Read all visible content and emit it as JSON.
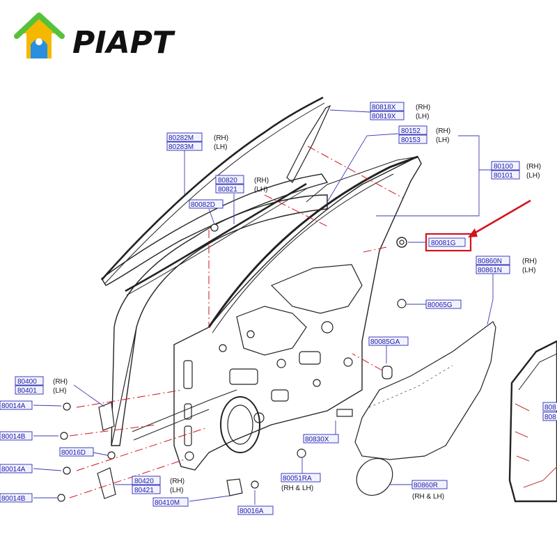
{
  "brand": {
    "name": "PIAPT",
    "logo_icon": "house-logo-icon"
  },
  "colors": {
    "callout_box": "#1a1aa8",
    "highlight": "#d4121c",
    "brand_text": "#111111",
    "logo_yellow": "#f5b800",
    "logo_blue": "#2a8fe0",
    "logo_green": "#55c23a"
  },
  "parts": [
    {
      "id": "p1",
      "codes": [
        "80818X",
        "80819X"
      ],
      "sides": [
        "(RH)",
        "(LH)"
      ]
    },
    {
      "id": "p2",
      "codes": [
        "80152",
        "80153"
      ],
      "sides": [
        "(RH)",
        "(LH)"
      ]
    },
    {
      "id": "p3",
      "codes": [
        "80282M",
        "80283M"
      ],
      "sides": [
        "(RH)",
        "(LH)"
      ]
    },
    {
      "id": "p4",
      "codes": [
        "80820",
        "80821"
      ],
      "sides": [
        "(RH)",
        "(LH)"
      ]
    },
    {
      "id": "p5",
      "codes": [
        "80082D"
      ],
      "sides": []
    },
    {
      "id": "p6",
      "codes": [
        "80100",
        "80101"
      ],
      "sides": [
        "(RH)",
        "(LH)"
      ]
    },
    {
      "id": "p7",
      "codes": [
        "80081G"
      ],
      "sides": [],
      "highlighted": true
    },
    {
      "id": "p8",
      "codes": [
        "80860N",
        "80861N"
      ],
      "sides": [
        "(RH)",
        "(LH)"
      ]
    },
    {
      "id": "p9",
      "codes": [
        "80065G"
      ],
      "sides": []
    },
    {
      "id": "p10",
      "codes": [
        "80085GA"
      ],
      "sides": []
    },
    {
      "id": "p11",
      "codes": [
        "80400",
        "80401"
      ],
      "sides": [
        "(RH)",
        "(LH)"
      ]
    },
    {
      "id": "p12",
      "codes": [
        "80014A"
      ],
      "sides": []
    },
    {
      "id": "p13",
      "codes": [
        "80014B"
      ],
      "sides": []
    },
    {
      "id": "p14",
      "codes": [
        "80016D"
      ],
      "sides": []
    },
    {
      "id": "p15",
      "codes": [
        "80014A"
      ],
      "sides": []
    },
    {
      "id": "p16",
      "codes": [
        "80014B"
      ],
      "sides": []
    },
    {
      "id": "p17",
      "codes": [
        "80420",
        "80421"
      ],
      "sides": [
        "(RH)",
        "(LH)"
      ]
    },
    {
      "id": "p18",
      "codes": [
        "80410M"
      ],
      "sides": []
    },
    {
      "id": "p19",
      "codes": [
        "80016A"
      ],
      "sides": []
    },
    {
      "id": "p20",
      "codes": [
        "80830X"
      ],
      "sides": []
    },
    {
      "id": "p21",
      "codes": [
        "80051RA"
      ],
      "sides": [
        "(RH & LH)"
      ]
    },
    {
      "id": "p22",
      "codes": [
        "80860R"
      ],
      "sides": [
        "(RH & LH)"
      ]
    },
    {
      "id": "p23",
      "codes": [
        "808",
        "808"
      ],
      "sides": []
    }
  ]
}
